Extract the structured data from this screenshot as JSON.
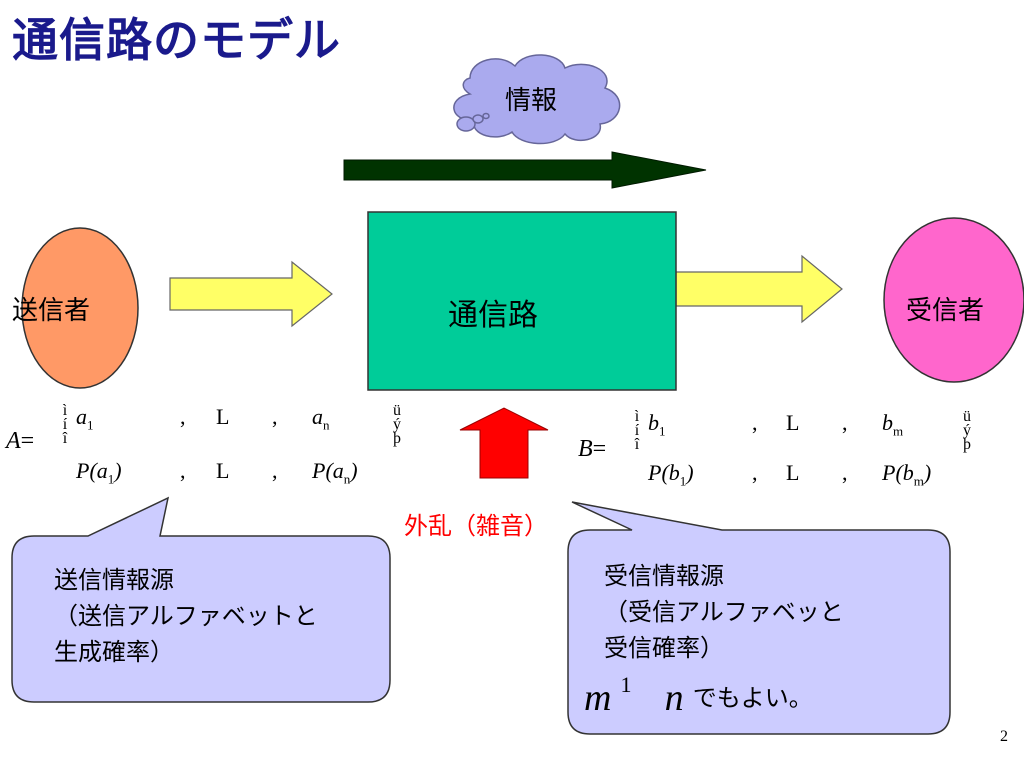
{
  "title": "通信路のモデル",
  "cloud_label": "情報",
  "sender_label": "送信者",
  "channel_label": "通信路",
  "receiver_label": "受信者",
  "noise_label": "外乱（雑音）",
  "source_A": {
    "lhs": "A",
    "eq": "=",
    "row1": [
      "a",
      "1",
      ",",
      "L",
      ",",
      "a",
      "n"
    ],
    "row2": [
      "P(",
      "a",
      "1",
      ")",
      ",",
      "L",
      ",",
      "P(",
      "a",
      "n",
      ")"
    ],
    "bracket_left": "ì í î",
    "bracket_right": "ü ý þ"
  },
  "source_B": {
    "lhs": "B",
    "eq": "=",
    "row1": [
      "b",
      "1",
      ",",
      "L",
      ",",
      "b",
      "m"
    ],
    "row2": [
      "P(",
      "b",
      "1",
      ")",
      ",",
      "L",
      ",",
      "P(",
      "b",
      "m",
      ")"
    ],
    "bracket_left": "ì í î",
    "bracket_right": "ü ý þ"
  },
  "callout_left": {
    "line1": "送信情報源",
    "line2": "（送信アルファベットと",
    "line3": "生成確率）"
  },
  "callout_right": {
    "line1": "受信情報源",
    "line2": "（受信アルファベッと",
    "line3": "受信確率）",
    "math_m": "m",
    "math_ne": "1",
    "math_n": "n",
    "suffix": "でもよい。"
  },
  "page_number": "2",
  "colors": {
    "title": "#1a1a8c",
    "sender": "#ff9966",
    "receiver": "#ff66cc",
    "channel": "#00cc99",
    "yellow_arrow": "#ffff66",
    "info_arrow": "#003300",
    "noise_arrow": "#ff0000",
    "noise_text": "#ff0000",
    "cloud": "#aaaaee",
    "callout": "#ccccff"
  }
}
